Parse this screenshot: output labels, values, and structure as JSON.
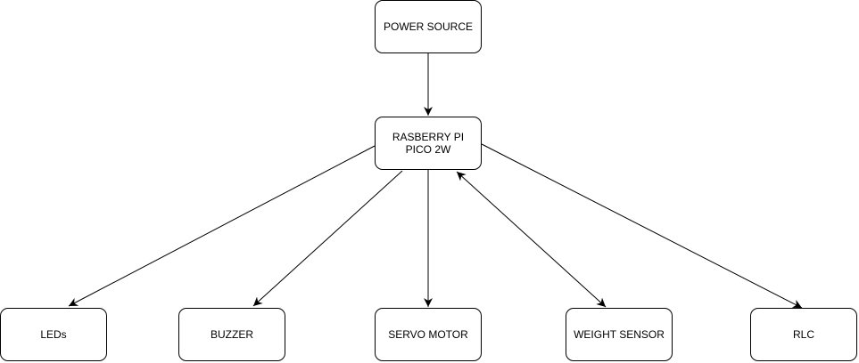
{
  "diagram": {
    "nodes": {
      "power_source": "POWER SOURCE",
      "pico": "RASBERRY PI PICO 2W",
      "leds": "LEDs",
      "buzzer": "BUZZER",
      "servo_motor": "SERVO MOTOR",
      "weight_sensor": "WEIGHT SENSOR",
      "rlc": "RLC"
    },
    "edges": [
      {
        "from": "power_source",
        "to": "pico",
        "direction": "forward"
      },
      {
        "from": "pico",
        "to": "leds",
        "direction": "forward"
      },
      {
        "from": "pico",
        "to": "buzzer",
        "direction": "forward"
      },
      {
        "from": "pico",
        "to": "servo_motor",
        "direction": "forward"
      },
      {
        "from": "pico",
        "to": "weight_sensor",
        "direction": "both"
      },
      {
        "from": "pico",
        "to": "rlc",
        "direction": "forward"
      }
    ],
    "colors": {
      "stroke": "#000000",
      "fill": "#ffffff",
      "text": "#000000"
    }
  }
}
